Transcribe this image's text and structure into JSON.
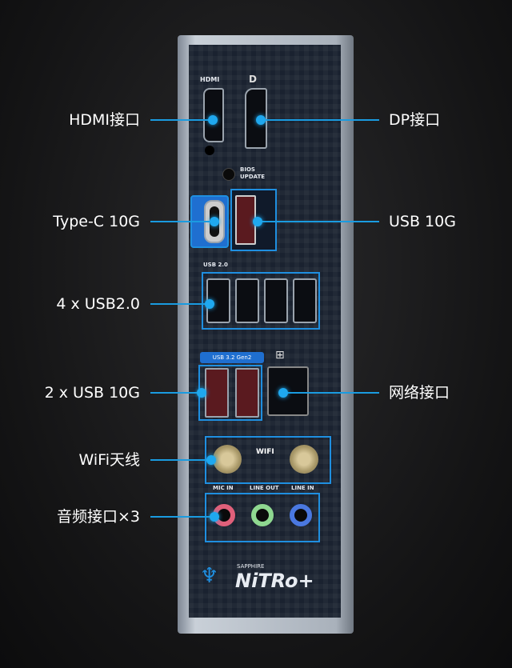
{
  "labels": {
    "hdmi": "HDMI接口",
    "dp": "DP接口",
    "typec": "Type-C 10G",
    "usb10g": "USB 10G",
    "usb20": "4 x USB2.0",
    "usb10g2": "2 x USB 10G",
    "lan": "网络接口",
    "wifi": "WiFi天线",
    "audio": "音频接口×3"
  },
  "panel": {
    "hdmi_mark": "HDMI",
    "bios": "BIOS\nUPDATE",
    "usb20_mark": "USB 2.0",
    "usb32_mark": "USB 3.2 Gen2",
    "wifi_mark": "WIFI",
    "mic_in": "MIC IN",
    "line_out": "LINE OUT",
    "line_in": "LINE IN",
    "brand_small": "SAPPHIRE",
    "brand": "NiTRo+"
  },
  "colors": {
    "accent": "#1fa8ef",
    "mic": "#e0607a",
    "lineout": "#8fd890",
    "linein": "#4a78e0"
  }
}
